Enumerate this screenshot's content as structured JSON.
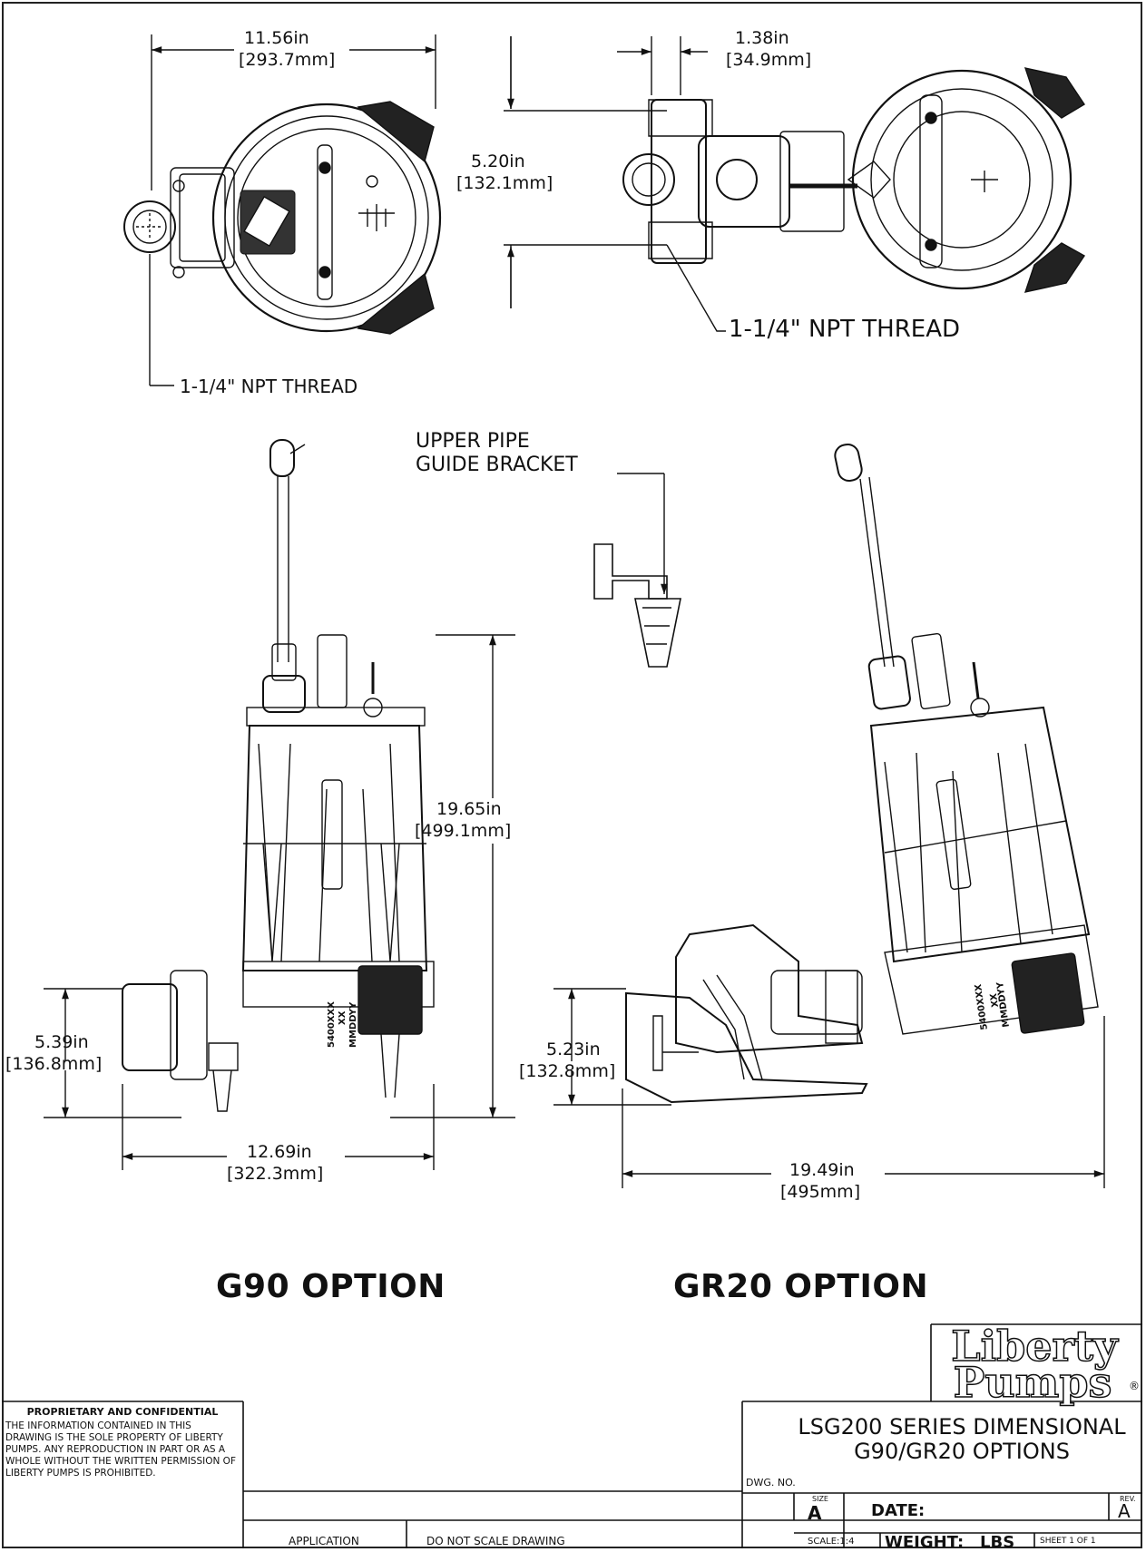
{
  "dimensions": {
    "top_width": "11.56in",
    "top_width_mm": "[293.7mm]",
    "flange_width": "1.38in",
    "flange_width_mm": "[34.9mm]",
    "flange_height": "5.20in",
    "flange_height_mm": "[132.1mm]",
    "g90_height": "19.65in",
    "g90_height_mm": "[499.1mm]",
    "g90_base_height": "5.39in",
    "g90_base_height_mm": "[136.8mm]",
    "g90_base_width": "12.69in",
    "g90_base_width_mm": "[322.3mm]",
    "gr20_base_height": "5.23in",
    "gr20_base_height_mm": "[132.8mm]",
    "gr20_base_width": "19.49in",
    "gr20_base_width_mm": "[495mm]"
  },
  "callouts": {
    "npt_thread_left": "1-1/4\" NPT THREAD",
    "npt_thread_right": "1-1/4\" NPT THREAD",
    "bracket_line1": "UPPER PIPE",
    "bracket_line2": "GUIDE BRACKET"
  },
  "options": {
    "g90": "G90 OPTION",
    "gr20": "GR20 OPTION"
  },
  "pump_markings": {
    "line1": "5400XXX",
    "line2": "XX",
    "line3": "MMDDYY"
  },
  "logo": {
    "line1": "Liberty",
    "line2": "Pumps",
    "mark": "®"
  },
  "proprietary": {
    "title": "PROPRIETARY AND CONFIDENTIAL",
    "text": "THE INFORMATION CONTAINED IN THIS DRAWING IS THE SOLE PROPERTY OF LIBERTY PUMPS.  ANY REPRODUCTION IN PART OR AS A WHOLE WITHOUT THE WRITTEN PERMISSION OF LIBERTY PUMPS IS PROHIBITED."
  },
  "title_block": {
    "title_line1": "LSG200 SERIES DIMENSIONAL",
    "title_line2": "G90/GR20 OPTIONS",
    "dwg_no_label": "DWG. NO.",
    "size_label": "SIZE",
    "size_value": "A",
    "date_label": "DATE:",
    "rev_label": "REV.",
    "rev_value": "A",
    "application_label": "APPLICATION",
    "do_not_scale": "DO NOT SCALE DRAWING",
    "scale_label": "SCALE:1:4",
    "weight_label": "WEIGHT:",
    "weight_unit": "LBS",
    "sheet_label": "SHEET 1 OF 1"
  }
}
